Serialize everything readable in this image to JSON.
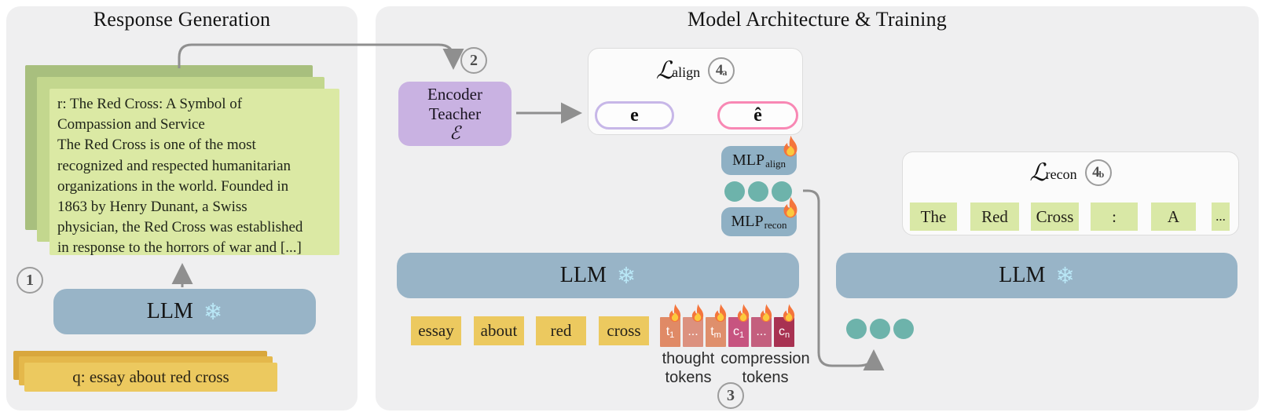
{
  "left_panel": {
    "title": "Response Generation",
    "step_badge": "1",
    "response_text": "r: The Red Cross: A Symbol of\nCompassion and Service\nThe Red Cross is one of the most\nrecognized and respected humanitarian\norganizations in the world. Founded in\n1863 by Henry Dunant, a Swiss\nphysician, the Red Cross was established\nin response to the horrors of war and [...]",
    "llm_label": "LLM",
    "query_text": "q: essay about red cross"
  },
  "right_panel": {
    "title": "Model Architecture & Training",
    "step2_badge": "2",
    "step3_badge": "3",
    "encoder": {
      "line1": "Encoder",
      "line2": "Teacher",
      "symbol": "ℰ"
    },
    "align_loss": {
      "symbol": "ℒ",
      "sub": "align",
      "badge_num": "4",
      "badge_sub": "a",
      "e_label": "e",
      "e_hat_label": "ê"
    },
    "mlp_align": {
      "base": "MLP",
      "sub": "align"
    },
    "mlp_recon": {
      "base": "MLP",
      "sub": "recon"
    },
    "llm_mid_label": "LLM",
    "llm_right_label": "LLM",
    "prompt_tokens": [
      "essay",
      "about",
      "red",
      "cross"
    ],
    "learned_tokens": [
      {
        "base": "t",
        "sub": "1",
        "color": "#e08a66"
      },
      {
        "base": "...",
        "sub": "",
        "color": "#dc917f"
      },
      {
        "base": "t",
        "sub": "m",
        "color": "#df8f6c"
      },
      {
        "base": "c",
        "sub": "1",
        "color": "#c75480"
      },
      {
        "base": "...",
        "sub": "",
        "color": "#c45f7e"
      },
      {
        "base": "c",
        "sub": "n",
        "color": "#a83252"
      }
    ],
    "thought_label": "thought\ntokens",
    "compression_label": "compression\ntokens",
    "recon_loss": {
      "symbol": "ℒ",
      "sub": "recon",
      "badge_num": "4",
      "badge_sub": "b",
      "tokens": [
        "The",
        "Red",
        "Cross",
        ":",
        "A",
        "..."
      ]
    }
  },
  "icons": {
    "snowflake": "❄"
  },
  "colors": {
    "panel_bg": "#efeff0",
    "llm_box": "#98b4c7",
    "snowflake": "#b9e7f6",
    "encoder_box": "#c9b2e2",
    "mlp_box": "#8fb0c4",
    "teal_dot": "#6db3ab",
    "response_card_front": "#dbe9a4",
    "response_card_mid": "#c3d78e",
    "response_card_back": "#a8bf7e",
    "query_card_front": "#ecc95f",
    "query_card_mid": "#e4b84b",
    "query_card_back": "#d9a73c",
    "recon_token": "#d9e8a6",
    "e_border": "#c7b7e8",
    "e_hat_border": "#f888b4",
    "arrow": "#8f8f8f",
    "flame_outer": "#f4753c",
    "flame_inner": "#fcc93d"
  }
}
